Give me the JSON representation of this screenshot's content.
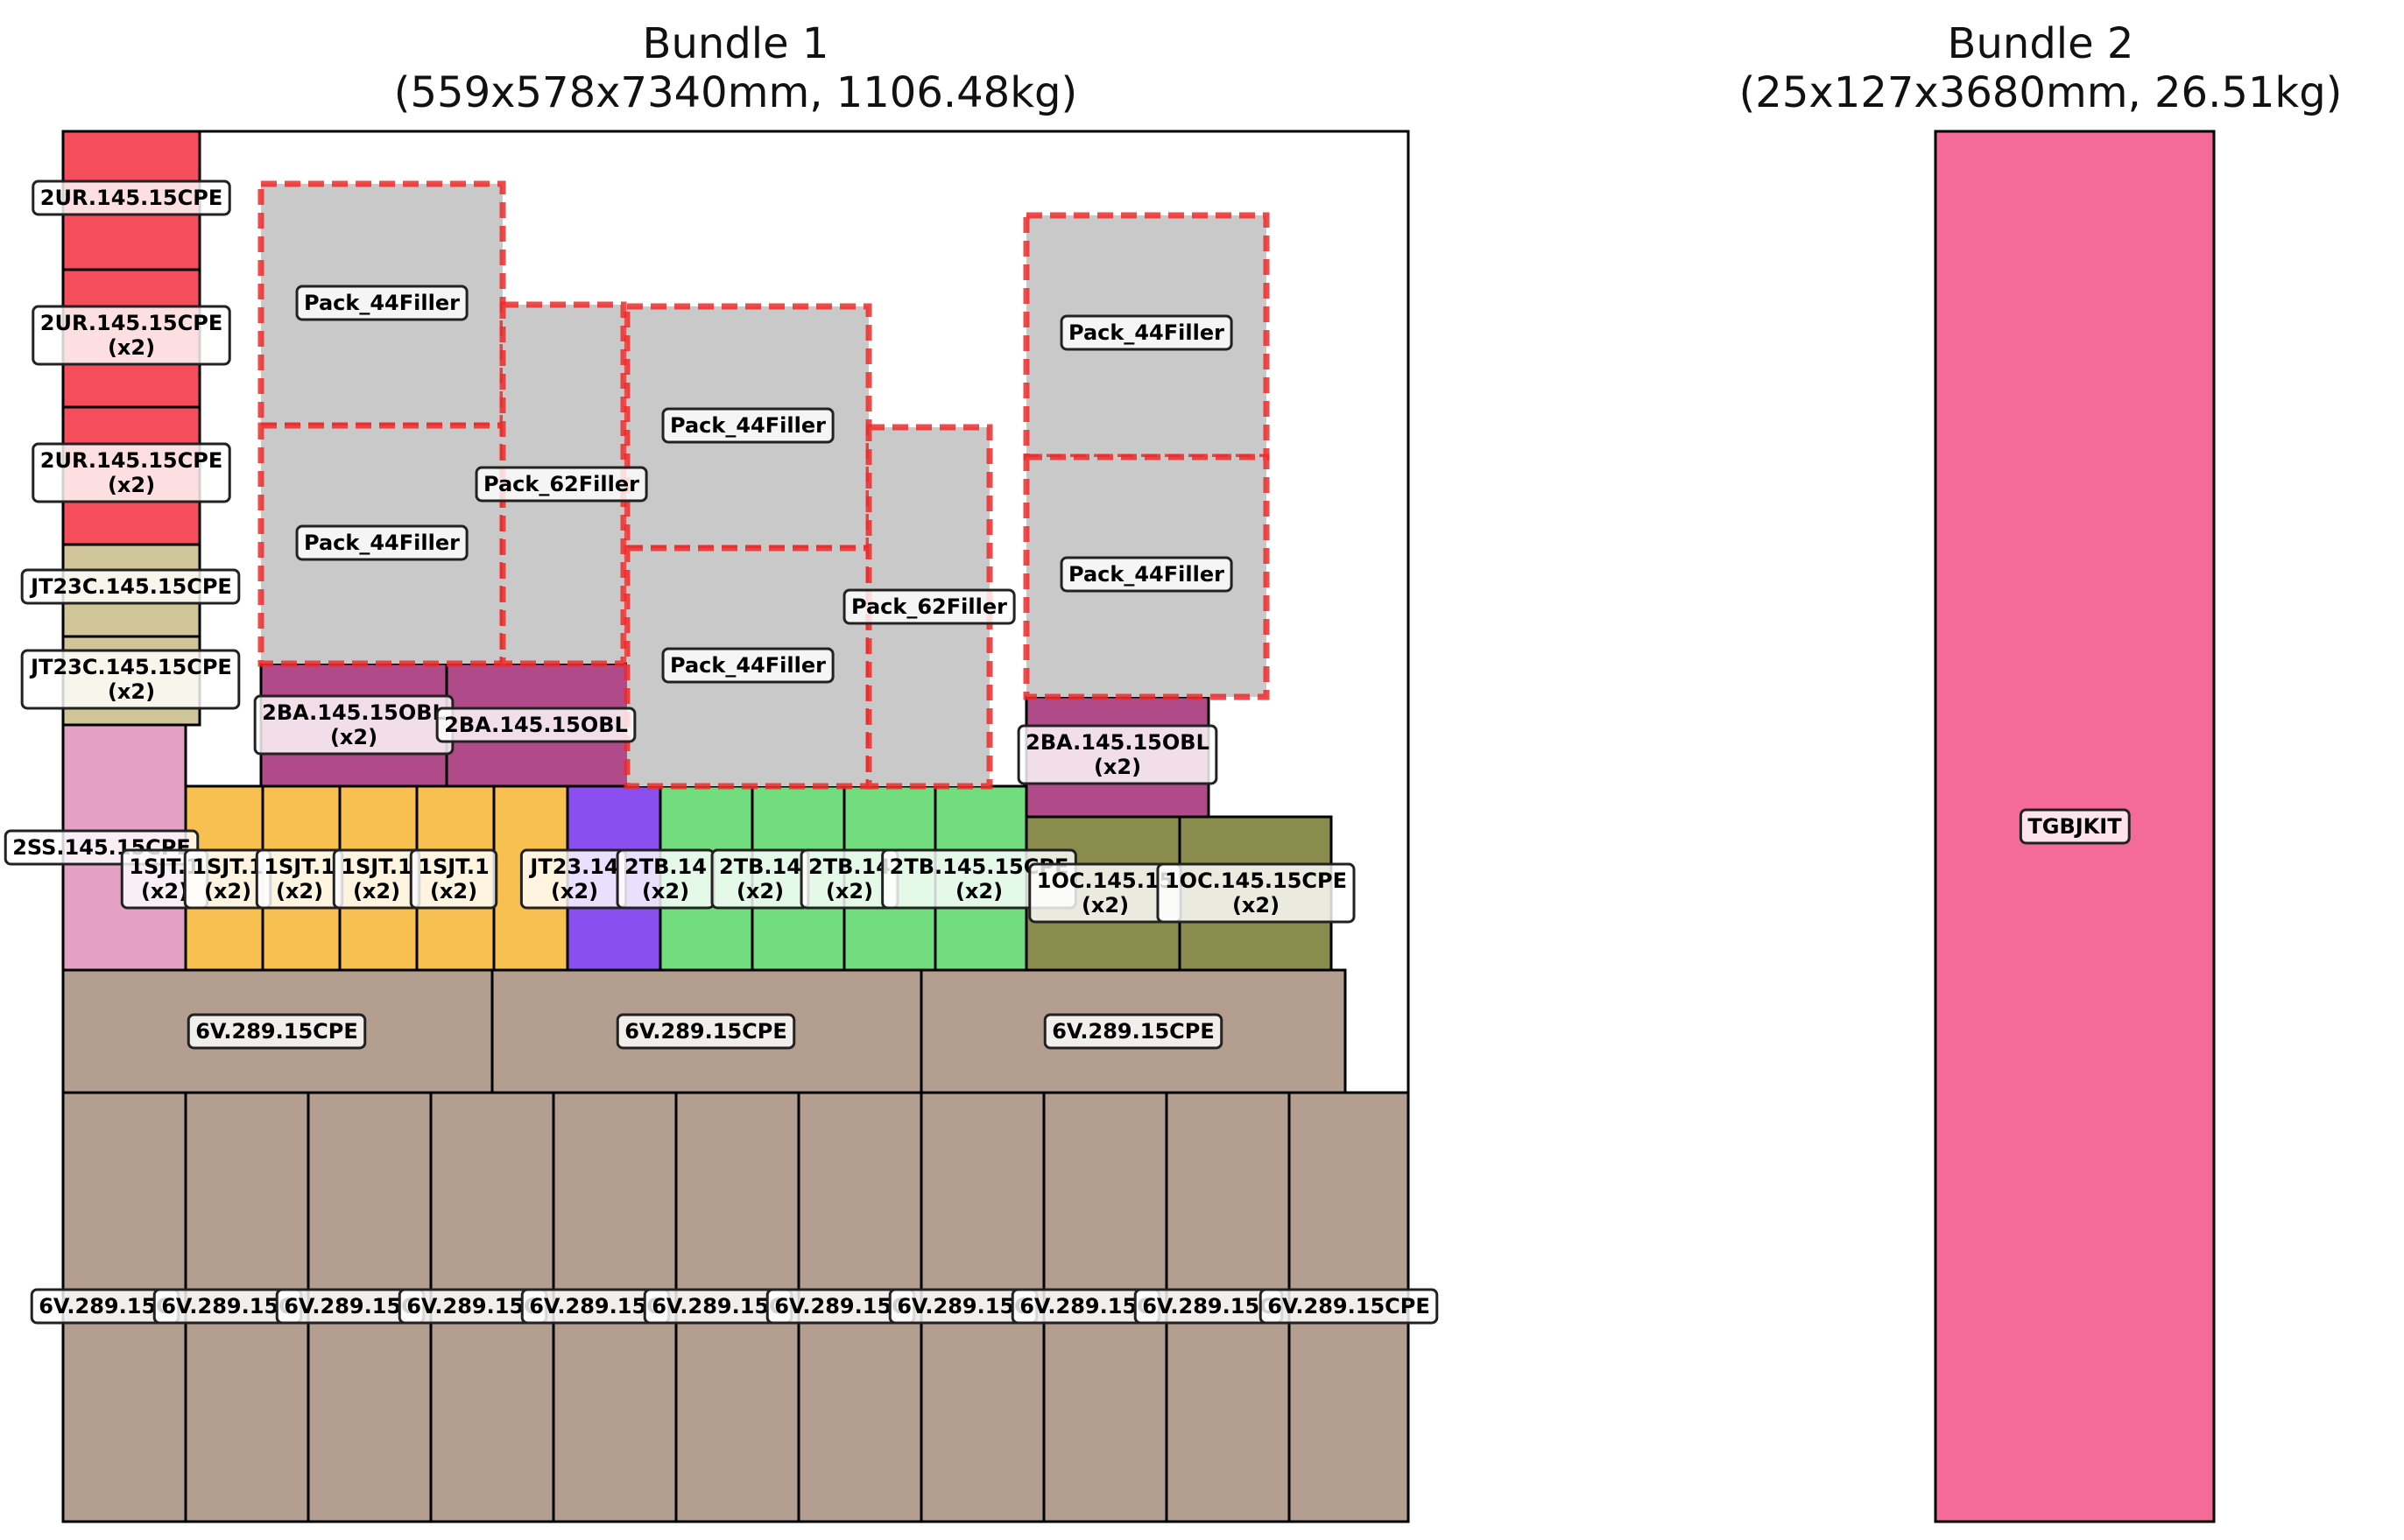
{
  "bundles": [
    {
      "title": "Bundle 1",
      "subtitle": "(559x578x7340mm, 1106.48kg)"
    },
    {
      "title": "Bundle 2",
      "subtitle": "(25x127x3680mm, 26.51kg)"
    }
  ],
  "colors": {
    "2UR": "#f64d5c",
    "JT23C": "#cfc598",
    "2SS": "#e4a1c5",
    "1SJT": "#f7c050",
    "JT23": "#8b4fef",
    "2TB": "#72dd7e",
    "1OC": "#8a8c4e",
    "6V": "#b49e90",
    "2BA": "#b14a88",
    "filler": "#c9c9c9",
    "filler_border": "#ee2a2a",
    "TGBJKIT": "#f46a98"
  },
  "parts": [
    {
      "id": "6v-a",
      "label": "6V.289.15C",
      "kind": "6V"
    },
    {
      "id": "6v-b",
      "label": "6V.289.15C",
      "kind": "6V"
    },
    {
      "id": "6v-c",
      "label": "6V.289.15C",
      "kind": "6V"
    },
    {
      "id": "6v-d",
      "label": "6V.289.15C",
      "kind": "6V"
    },
    {
      "id": "6v-e",
      "label": "6V.289.15C",
      "kind": "6V"
    },
    {
      "id": "6v-f",
      "label": "6V.289.15C",
      "kind": "6V"
    },
    {
      "id": "6v-g",
      "label": "6V.289.15C",
      "kind": "6V"
    },
    {
      "id": "6v-h",
      "label": "6V.289.15C",
      "kind": "6V"
    },
    {
      "id": "6v-i",
      "label": "6V.289.15C",
      "kind": "6V"
    },
    {
      "id": "6v-j",
      "label": "6V.289.15C",
      "kind": "6V"
    },
    {
      "id": "6v-k",
      "label": "6V.289.15CPE",
      "kind": "6V"
    },
    {
      "id": "6v-w1",
      "label": "6V.289.15CPE",
      "kind": "6V"
    },
    {
      "id": "6v-w2",
      "label": "6V.289.15CPE",
      "kind": "6V"
    },
    {
      "id": "6v-w3",
      "label": "6V.289.15CPE",
      "kind": "6V"
    },
    {
      "id": "2ss",
      "label": "2SS.145.15CPE",
      "kind": "2SS"
    },
    {
      "id": "1sjt-a",
      "label": "1SJT.1",
      "qty": "(x2)",
      "kind": "1SJT"
    },
    {
      "id": "1sjt-b",
      "label": "1SJT.1",
      "qty": "(x2)",
      "kind": "1SJT"
    },
    {
      "id": "1sjt-c",
      "label": "1SJT.1",
      "qty": "(x2)",
      "kind": "1SJT"
    },
    {
      "id": "1sjt-d",
      "label": "1SJT.1",
      "qty": "(x2)",
      "kind": "1SJT"
    },
    {
      "id": "1sjt-e",
      "label": "1SJT.1",
      "qty": "(x2)",
      "kind": "1SJT"
    },
    {
      "id": "jt23",
      "label": "JT23.14",
      "qty": "(x2)",
      "kind": "JT23"
    },
    {
      "id": "2tb-a",
      "label": "2TB.14",
      "qty": "(x2)",
      "kind": "2TB"
    },
    {
      "id": "2tb-b",
      "label": "2TB.14",
      "qty": "(x2)",
      "kind": "2TB"
    },
    {
      "id": "2tb-c",
      "label": "2TB.14",
      "qty": "(x2)",
      "kind": "2TB"
    },
    {
      "id": "2tb-d",
      "label": "2TB.145.15CPE",
      "qty": "(x2)",
      "kind": "2TB"
    },
    {
      "id": "1oc-a",
      "label": "1OC.145.15",
      "qty": "(x2)",
      "kind": "1OC"
    },
    {
      "id": "1oc-b",
      "label": "1OC.145.15CPE",
      "qty": "(x2)",
      "kind": "1OC"
    },
    {
      "id": "2ur-a",
      "label": "2UR.145.15CPE",
      "kind": "2UR"
    },
    {
      "id": "2ur-b",
      "label": "2UR.145.15CPE",
      "qty": "(x2)",
      "kind": "2UR"
    },
    {
      "id": "2ur-c",
      "label": "2UR.145.15CPE",
      "qty": "(x2)",
      "kind": "2UR"
    },
    {
      "id": "jt23c-a",
      "label": "JT23C.145.15CPE",
      "kind": "JT23C"
    },
    {
      "id": "jt23c-b",
      "label": "JT23C.145.15CPE",
      "qty": "(x2)",
      "kind": "JT23C"
    },
    {
      "id": "2ba-a",
      "label": "2BA.145.15OBL",
      "qty": "(x2)",
      "kind": "2BA"
    },
    {
      "id": "2ba-b",
      "label": "2BA.145.15OBL",
      "kind": "2BA"
    },
    {
      "id": "2ba-c",
      "label": "2BA.145.15OBL",
      "qty": "(x2)",
      "kind": "2BA"
    },
    {
      "id": "f44-a",
      "label": "Pack_44Filler",
      "kind": "filler"
    },
    {
      "id": "f44-b",
      "label": "Pack_44Filler",
      "kind": "filler"
    },
    {
      "id": "f62-a",
      "label": "Pack_62Filler",
      "kind": "filler"
    },
    {
      "id": "f44-c",
      "label": "Pack_44Filler",
      "kind": "filler"
    },
    {
      "id": "f44-d",
      "label": "Pack_44Filler",
      "kind": "filler"
    },
    {
      "id": "f62-b",
      "label": "Pack_62Filler",
      "kind": "filler"
    },
    {
      "id": "f44-e",
      "label": "Pack_44Filler",
      "kind": "filler"
    },
    {
      "id": "f44-f",
      "label": "Pack_44Filler",
      "kind": "filler"
    },
    {
      "id": "tgbjkit",
      "label": "TGBJKIT",
      "kind": "TGBJKIT"
    }
  ]
}
